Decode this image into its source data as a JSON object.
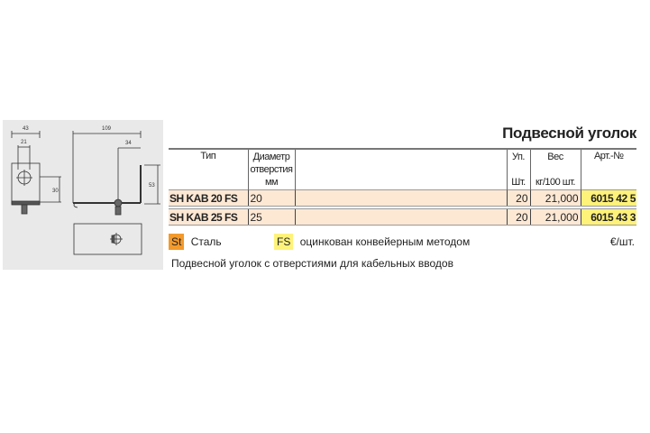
{
  "title": "Подвесной уголок",
  "drawing": {
    "dims": [
      "43",
      "21",
      "30",
      "109",
      "34",
      "53"
    ]
  },
  "table": {
    "headers": {
      "type": "Тип",
      "diameter_1": "Диаметр",
      "diameter_2": "отверстия",
      "diameter_unit": "мм",
      "pack": "Уп.",
      "pack_unit": "Шт.",
      "weight": "Вес",
      "weight_unit": "кг/100 шт.",
      "art": "Арт.-№"
    },
    "rows": [
      {
        "type": "SH KAB 20 FS",
        "diameter": "20",
        "pack": "20",
        "weight": "21,000",
        "art": "6015 42 5"
      },
      {
        "type": "SH KAB 25 FS",
        "diameter": "25",
        "pack": "20",
        "weight": "21,000",
        "art": "6015 43 3"
      }
    ]
  },
  "legend": {
    "st_code": "St",
    "st_label": "Сталь",
    "fs_code": "FS",
    "fs_label": "оцинкован конвейерным методом",
    "price_unit": "€/шт.",
    "st_color": "#f39a2c",
    "fs_color": "#fff27a"
  },
  "description": "Подвесной уголок с отверстиями для кабельных вводов"
}
